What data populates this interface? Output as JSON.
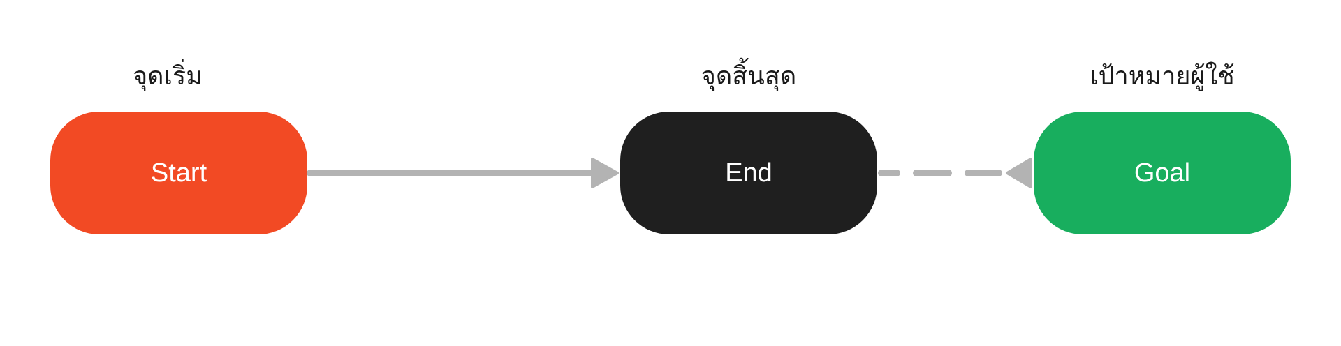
{
  "diagram": {
    "nodes": [
      {
        "id": "start",
        "label": "Start",
        "caption": "จุดเริ่ม",
        "color": "#f24a24"
      },
      {
        "id": "end",
        "label": "End",
        "caption": "จุดสิ้นสุด",
        "color": "#1f1f1f"
      },
      {
        "id": "goal",
        "label": "Goal",
        "caption": "เป้าหมายผู้ใช้",
        "color": "#18ae5e"
      }
    ],
    "edges": [
      {
        "from": "start",
        "to": "end",
        "style": "solid",
        "color": "#b3b3b3"
      },
      {
        "from": "goal",
        "to": "end",
        "style": "dashed",
        "color": "#b3b3b3"
      }
    ]
  }
}
